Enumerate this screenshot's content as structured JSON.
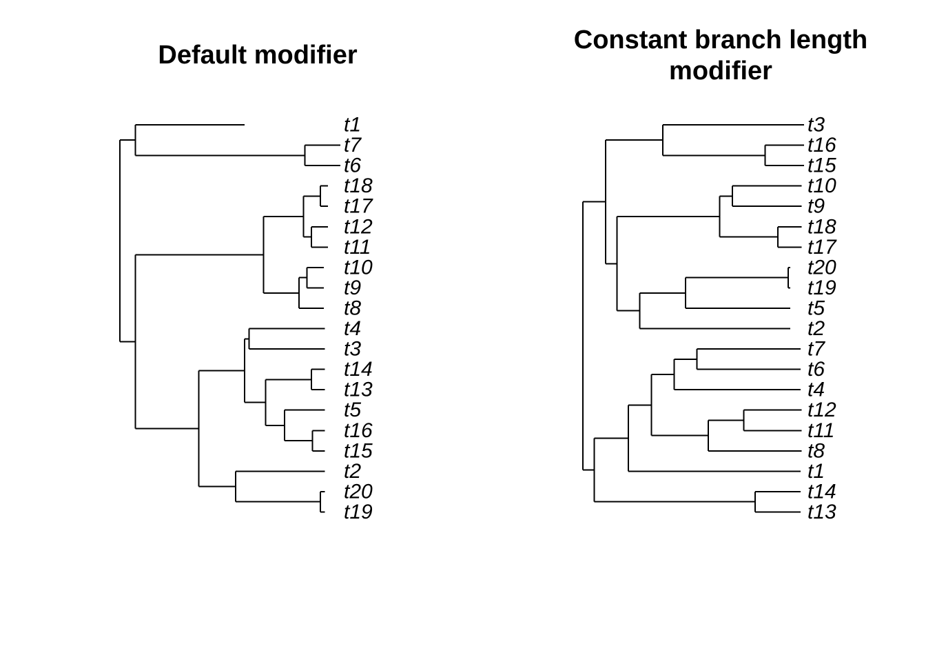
{
  "panels": [
    {
      "title_lines": [
        "Default modifier"
      ],
      "tips": [
        "t1",
        "t7",
        "t6",
        "t18",
        "t17",
        "t12",
        "t11",
        "t10",
        "t9",
        "t8",
        "t4",
        "t3",
        "t14",
        "t13",
        "t5",
        "t16",
        "t15",
        "t2",
        "t20",
        "t19"
      ],
      "tree": {
        "h": 0,
        "c": [
          {
            "h": 0.14,
            "c": [
              {
                "h": 0.98,
                "t": 0
              },
              {
                "h": 1.52,
                "c": [
                  {
                    "h": 0.32,
                    "t": 1
                  },
                  {
                    "h": 0.32,
                    "t": 2
                  }
                ]
              }
            ]
          },
          {
            "h": 0.14,
            "c": [
              {
                "h": 1.15,
                "c": [
                  {
                    "h": 0.36,
                    "c": [
                      {
                        "h": 0.15,
                        "c": [
                          {
                            "h": 0.07,
                            "t": 3
                          },
                          {
                            "h": 0.07,
                            "t": 4
                          }
                        ]
                      },
                      {
                        "h": 0.07,
                        "c": [
                          {
                            "h": 0.15,
                            "t": 5
                          },
                          {
                            "h": 0.15,
                            "t": 6
                          }
                        ]
                      }
                    ]
                  },
                  {
                    "h": 0.32,
                    "c": [
                      {
                        "h": 0.07,
                        "c": [
                          {
                            "h": 0.15,
                            "t": 7
                          },
                          {
                            "h": 0.15,
                            "t": 8
                          }
                        ]
                      },
                      {
                        "h": 0.22,
                        "t": 9
                      }
                    ]
                  }
                ]
              },
              {
                "h": 0.57,
                "c": [
                  {
                    "h": 0.41,
                    "c": [
                      {
                        "h": 0.04,
                        "c": [
                          {
                            "h": 0.68,
                            "t": 10
                          },
                          {
                            "h": 0.68,
                            "t": 11
                          }
                        ]
                      },
                      {
                        "h": 0.19,
                        "c": [
                          {
                            "h": 0.41,
                            "c": [
                              {
                                "h": 0.12,
                                "t": 12
                              },
                              {
                                "h": 0.12,
                                "t": 13
                              }
                            ]
                          },
                          {
                            "h": 0.17,
                            "c": [
                              {
                                "h": 0.36,
                                "t": 14
                              },
                              {
                                "h": 0.25,
                                "c": [
                                  {
                                    "h": 0.11,
                                    "t": 15
                                  },
                                  {
                                    "h": 0.11,
                                    "t": 16
                                  }
                                ]
                              }
                            ]
                          }
                        ]
                      }
                    ]
                  },
                  {
                    "h": 0.33,
                    "c": [
                      {
                        "h": 0.8,
                        "t": 17
                      },
                      {
                        "h": 0.76,
                        "c": [
                          {
                            "h": 0.04,
                            "t": 18
                          },
                          {
                            "h": 0.04,
                            "t": 19
                          }
                        ]
                      }
                    ]
                  }
                ]
              }
            ]
          }
        ]
      }
    },
    {
      "title_lines": [
        "Constant branch length",
        "modifier"
      ],
      "tips": [
        "t3",
        "t16",
        "t15",
        "t10",
        "t9",
        "t18",
        "t17",
        "t20",
        "t19",
        "t5",
        "t2",
        "t7",
        "t6",
        "t4",
        "t12",
        "t11",
        "t8",
        "t1",
        "t14",
        "t13"
      ],
      "tree": {
        "h": 0,
        "c": [
          {
            "h": 0.2,
            "c": [
              {
                "h": 0.5,
                "c": [
                  {
                    "h": 1.24,
                    "t": 0
                  },
                  {
                    "h": 0.9,
                    "c": [
                      {
                        "h": 0.34,
                        "t": 1
                      },
                      {
                        "h": 0.34,
                        "t": 2
                      }
                    ]
                  }
                ]
              },
              {
                "h": 0.1,
                "c": [
                  {
                    "h": 0.9,
                    "c": [
                      {
                        "h": 0.11,
                        "c": [
                          {
                            "h": 0.61,
                            "t": 3
                          },
                          {
                            "h": 0.61,
                            "t": 4
                          }
                        ]
                      },
                      {
                        "h": 0.51,
                        "c": [
                          {
                            "h": 0.21,
                            "t": 5
                          },
                          {
                            "h": 0.21,
                            "t": 6
                          }
                        ]
                      }
                    ]
                  },
                  {
                    "h": 0.2,
                    "c": [
                      {
                        "h": 0.4,
                        "c": [
                          {
                            "h": 0.9,
                            "c": [
                              {
                                "h": 0.02,
                                "t": 7
                              },
                              {
                                "h": 0.02,
                                "t": 8
                              }
                            ]
                          },
                          {
                            "h": 0.92,
                            "t": 9
                          }
                        ]
                      },
                      {
                        "h": 1.32,
                        "t": 10
                      }
                    ]
                  }
                ]
              }
            ]
          },
          {
            "h": 0.1,
            "c": [
              {
                "h": 0.3,
                "c": [
                  {
                    "h": 0.2,
                    "c": [
                      {
                        "h": 0.2,
                        "c": [
                          {
                            "h": 0.2,
                            "c": [
                              {
                                "h": 0.91,
                                "t": 11
                              },
                              {
                                "h": 0.91,
                                "t": 12
                              }
                            ]
                          },
                          {
                            "h": 1.11,
                            "t": 13
                          }
                        ]
                      },
                      {
                        "h": 0.5,
                        "c": [
                          {
                            "h": 0.31,
                            "c": [
                              {
                                "h": 0.51,
                                "t": 14
                              },
                              {
                                "h": 0.51,
                                "t": 15
                              }
                            ]
                          },
                          {
                            "h": 0.82,
                            "t": 16
                          }
                        ]
                      }
                    ]
                  },
                  {
                    "h": 1.51,
                    "t": 17
                  }
                ]
              },
              {
                "h": 1.41,
                "c": [
                  {
                    "h": 0.4,
                    "t": 18
                  },
                  {
                    "h": 0.4,
                    "t": 19
                  }
                ]
              }
            ]
          }
        ]
      }
    }
  ]
}
